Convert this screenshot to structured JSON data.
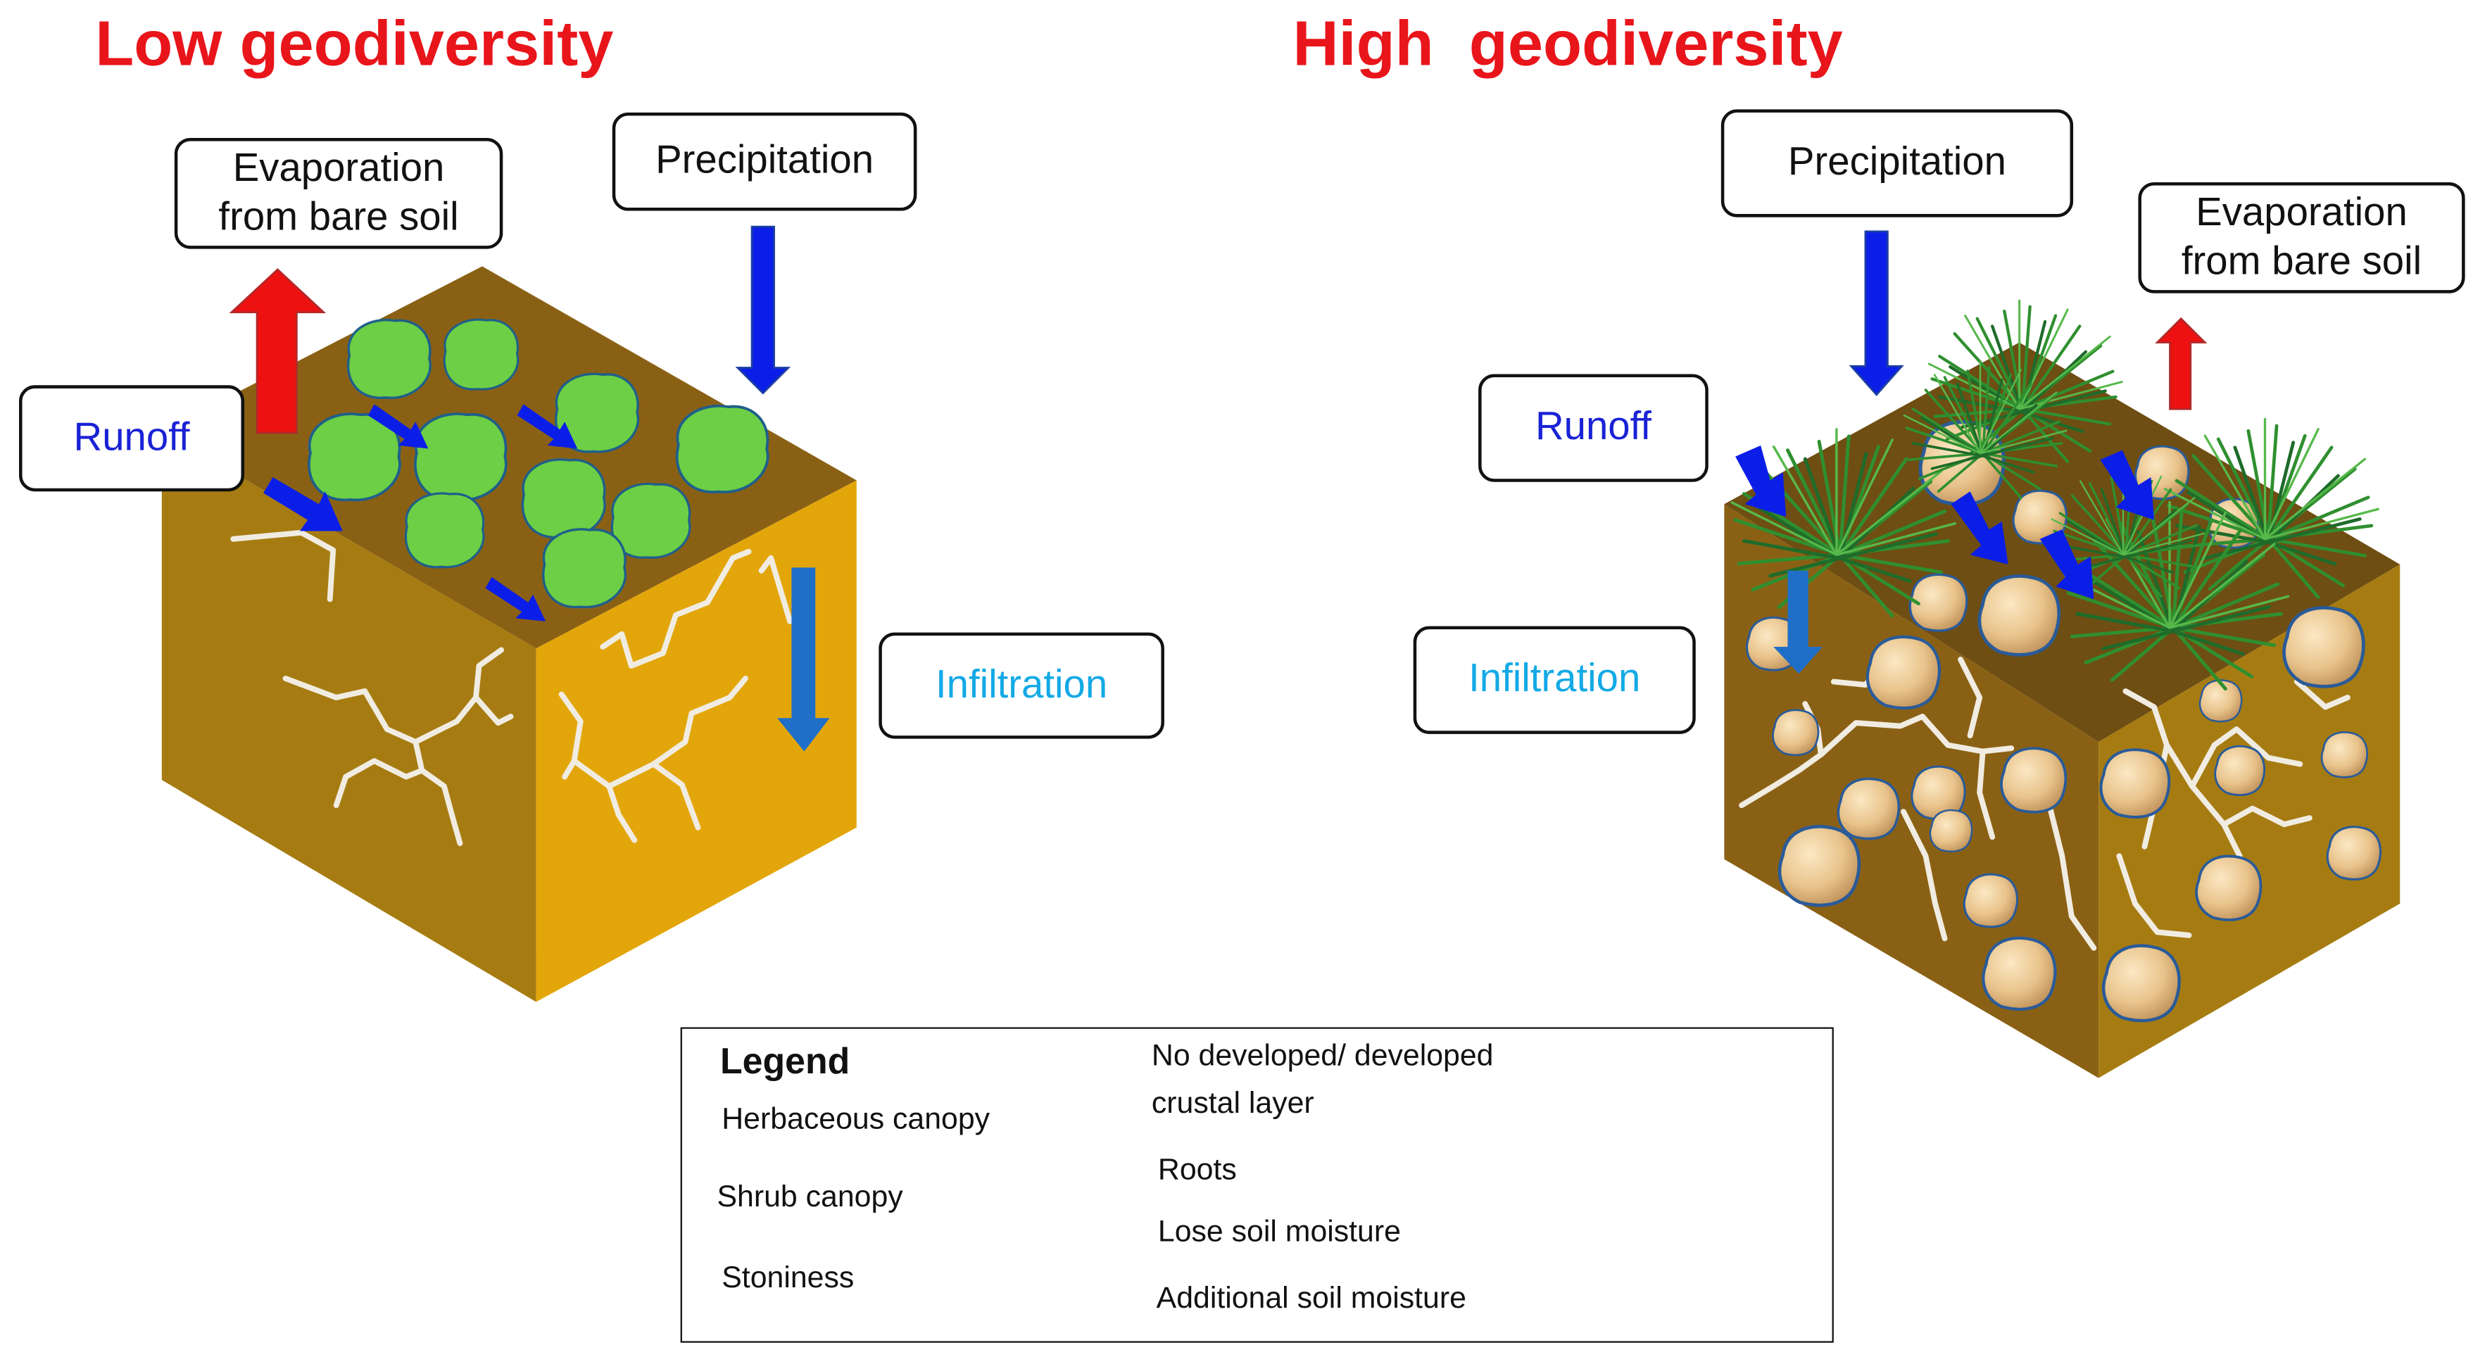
{
  "headings": {
    "left": "Low geodiversity",
    "right": "High  geodiversity"
  },
  "left_panel": {
    "evaporation": [
      "Evaporation",
      "from bare soil"
    ],
    "precipitation": "Precipitation",
    "runoff": "Runoff",
    "infiltration": "Infiltration"
  },
  "right_panel": {
    "precipitation": "Precipitation",
    "evaporation": [
      "Evaporation",
      "from bare soil"
    ],
    "runoff": "Runoff",
    "infiltration": "Infiltration"
  },
  "legend": {
    "title": "Legend",
    "items": {
      "herbaceous_canopy": "Herbaceous canopy",
      "shrub_canopy": "Shrub canopy",
      "stoniness": "Stoniness",
      "crustal_layer_line1": "No developed/ developed",
      "crustal_layer_line2": "crustal layer",
      "roots": "Roots",
      "lose_moisture": "Lose soil moisture",
      "additional_moisture": "Additional soil moisture"
    }
  },
  "colors": {
    "heading": "#e8151b",
    "soil_top_brown": "#8a6114",
    "soil_side_dark": "#a67c12",
    "soil_side_light": "#e3a60a",
    "herbaceous_green": "#6ccf45",
    "stone_tan": "#e9c48c",
    "loss_arrow_red": "#ee1111",
    "gain_arrow_blue": "#0b1ee8",
    "infiltration_arrow": "#1f6fc9",
    "runoff_text": "#1a22d6",
    "infiltration_text": "#13a9e6"
  }
}
